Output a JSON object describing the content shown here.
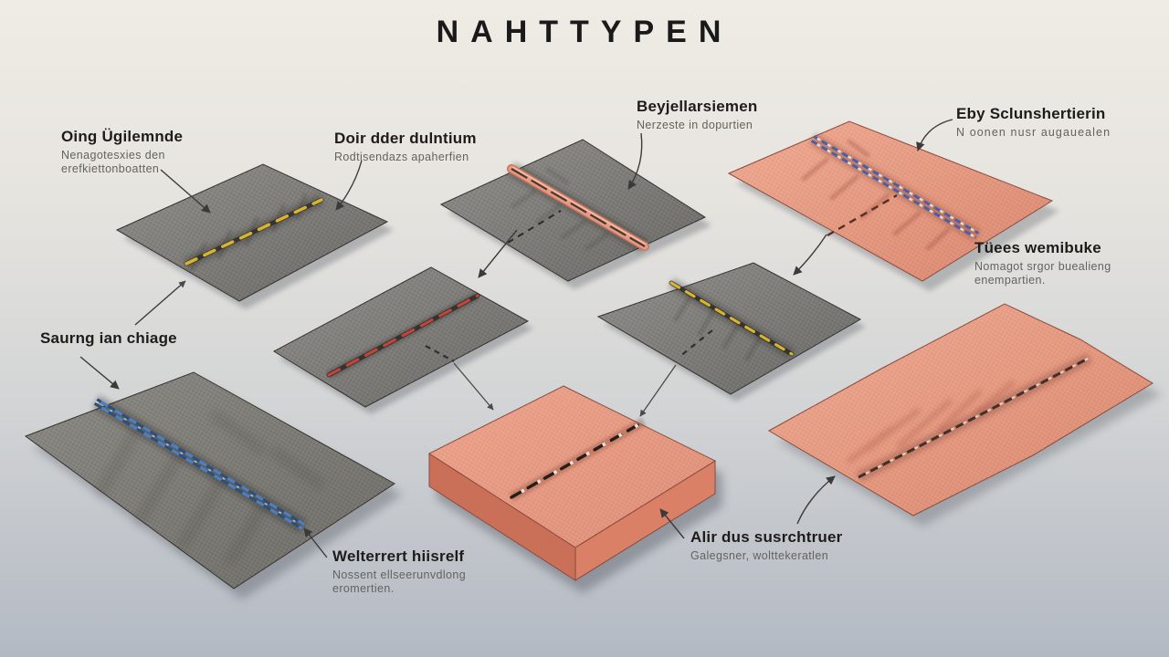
{
  "title": "NAHTTYPEN",
  "labels": [
    {
      "title": "Oing Ügilemnde",
      "lines": [
        "Nenagotesxies den",
        "erefkiettonboatten"
      ]
    },
    {
      "title": "Doir dder dulntium",
      "lines": [
        "Rodtisendazs apaherfien"
      ]
    },
    {
      "title": "Beyjellarsiemen",
      "lines": [
        "Nerzeste in dopurtien"
      ]
    },
    {
      "title": "Eby Sclunshertierin",
      "lines": [
        "N oonen nusr augauealen"
      ]
    },
    {
      "title": "Tüees wemibuke",
      "lines": [
        "Nomagot srgor buealieng",
        "enempartien."
      ]
    },
    {
      "title": "Saurng ian chiage",
      "lines": []
    },
    {
      "title": "Welterrert hiisrelf",
      "lines": [
        "Nossent ellseerunvdlong",
        "eromertien."
      ]
    },
    {
      "title": "Alir dus susrchtruer",
      "lines": [
        "Galegsner, wolttekeratlen"
      ]
    }
  ],
  "swatches": [
    {
      "name": "gray swatch, yellow dashed topstitch"
    },
    {
      "name": "gray swatch, salmon piped seam with dashed guide"
    },
    {
      "name": "salmon swatch, double navy/white stitch rows"
    },
    {
      "name": "gray swatch, red dashed stitch"
    },
    {
      "name": "gray swatch, yellow dashed stitch with dashed guide"
    },
    {
      "name": "large gray swatch, double blue stitch rows"
    },
    {
      "name": "salmon thick block, black dash with white bead stitch"
    },
    {
      "name": "salmon wavy swatch, dark/light dashed stitch"
    }
  ],
  "palette": {
    "title-color": "#1a1a1a",
    "label-title-color": "#1d1c1a",
    "label-sub-color": "#63625e",
    "arrow-color": "#3a3a38",
    "fabric-gray-light": "#908f8b",
    "fabric-gray-dark": "#6b6a66",
    "fabric-salmon-light": "#f0ab93",
    "fabric-salmon-dark": "#d9876f",
    "stitch-yellow": "#d9b430",
    "stitch-red": "#c2443a",
    "stitch-blue": "#4a7fc1",
    "stitch-navy": "#4a5fa8",
    "stitch-dark": "#26221e",
    "stitch-white": "#e9e4da",
    "pipe-salmon": "#e89a82"
  }
}
